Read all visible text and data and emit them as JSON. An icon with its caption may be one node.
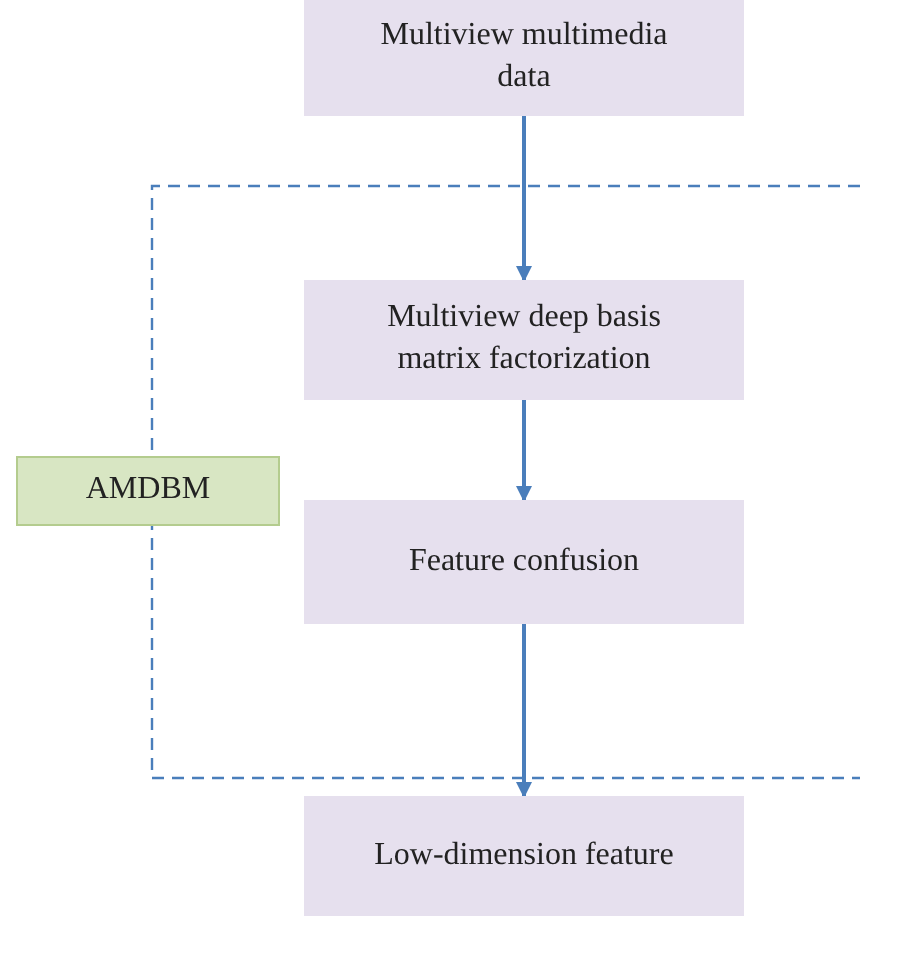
{
  "diagram": {
    "nodes": [
      {
        "text": [
          "Multiview multimedia data"
        ]
      },
      {
        "text": [],
        "shape": "box"
      },
      {
        "text": [
          "Multiview deep basis matrix factorization"
        ],
        "in": 1
      },
      {
        "text": [
          "Feature confusion"
        ],
        "in": 1
      },
      {
        "text": [
          "AMDBM"
        ]
      },
      {
        "text": [
          "Low-dimension feature"
        ]
      }
    ],
    "edges": [
      {
        "from": 0,
        "to": 2,
        "arrow": "to"
      },
      {
        "from": 2,
        "to": 3,
        "arrow": "to"
      },
      {
        "from": 3,
        "to": 5,
        "arrow": "to"
      }
    ]
  }
}
